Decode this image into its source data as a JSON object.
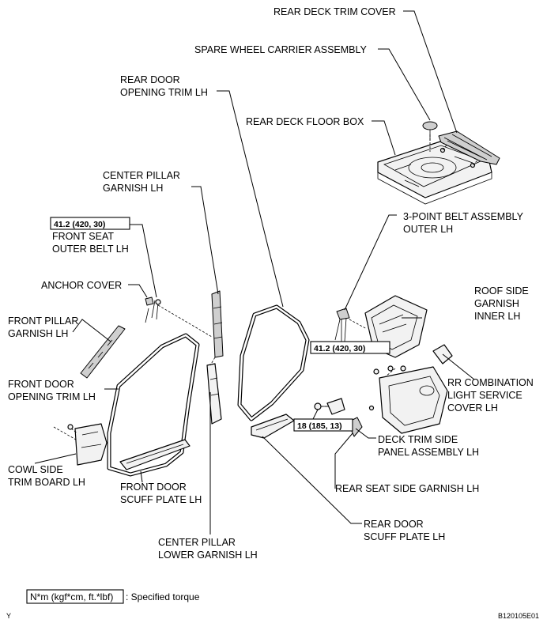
{
  "labels": {
    "rear_deck_trim_cover": "REAR DECK TRIM COVER",
    "spare_wheel_carrier": "SPARE WHEEL CARRIER ASSEMBLY",
    "rear_door_opening_trim_1": "REAR DOOR",
    "rear_door_opening_trim_2": "OPENING TRIM LH",
    "rear_deck_floor_box": "REAR DECK FLOOR BOX",
    "center_pillar_garnish_1": "CENTER PILLAR",
    "center_pillar_garnish_2": "GARNISH LH",
    "front_seat_outer_belt_1": "FRONT SEAT",
    "front_seat_outer_belt_2": "OUTER BELT LH",
    "three_point_belt_1": "3-POINT BELT ASSEMBLY",
    "three_point_belt_2": "OUTER LH",
    "anchor_cover": "ANCHOR COVER",
    "roof_side_garnish_1": "ROOF SIDE",
    "roof_side_garnish_2": "GARNISH",
    "roof_side_garnish_3": "INNER LH",
    "front_pillar_garnish_1": "FRONT PILLAR",
    "front_pillar_garnish_2": "GARNISH LH",
    "front_door_opening_trim_1": "FRONT DOOR",
    "front_door_opening_trim_2": "OPENING TRIM LH",
    "rr_combination_1": "RR COMBINATION",
    "rr_combination_2": "LIGHT SERVICE",
    "rr_combination_3": "COVER LH",
    "deck_trim_side_1": "DECK TRIM SIDE",
    "deck_trim_side_2": "PANEL ASSEMBLY LH",
    "cowl_side_1": "COWL SIDE",
    "cowl_side_2": "TRIM BOARD LH",
    "front_door_scuff_1": "FRONT DOOR",
    "front_door_scuff_2": "SCUFF PLATE LH",
    "rear_seat_side_garnish": "REAR SEAT SIDE GARNISH LH",
    "rear_door_scuff_1": "REAR DOOR",
    "rear_door_scuff_2": "SCUFF PLATE LH",
    "center_pillar_lower_1": "CENTER PILLAR",
    "center_pillar_lower_2": "LOWER GARNISH LH"
  },
  "torques": {
    "front_belt": "41.2 (420, 30)",
    "rear_belt": "41.2 (420, 30)",
    "rear_seat_side": "18 (185, 13)"
  },
  "legend": {
    "unit_box": "N*m (kgf*cm, ft.*lbf)",
    "text": ": Specified torque"
  },
  "footer": {
    "left_mark": "Y",
    "figure_code": "B120105E01"
  }
}
